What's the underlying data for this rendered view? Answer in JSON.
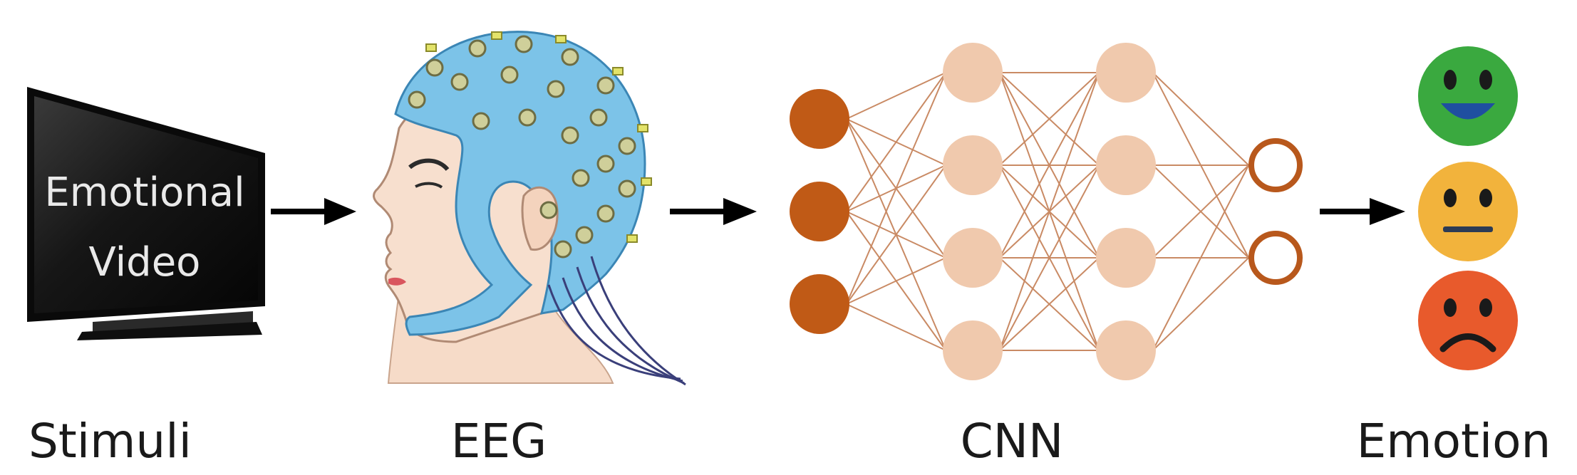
{
  "stimulus": {
    "screen_line1": "Emotional",
    "screen_line2": "Video"
  },
  "labels": {
    "stimuli": "Stimuli",
    "eeg": "EEG",
    "cnn": "CNN",
    "emotion": "Emotion"
  },
  "network": {
    "layer_sizes": [
      3,
      4,
      4,
      2
    ]
  },
  "emotions": [
    "happy-face",
    "neutral-face",
    "sad-face"
  ],
  "colors": {
    "input_node": "#c05a16",
    "hidden_node": "#f0c9ad",
    "output_ring": "#b8581c",
    "edge": "#c98a64",
    "cap": "#7cc3e8",
    "happy": "#3aa93f",
    "neutral": "#f2b33c",
    "sad": "#e85a2c"
  }
}
